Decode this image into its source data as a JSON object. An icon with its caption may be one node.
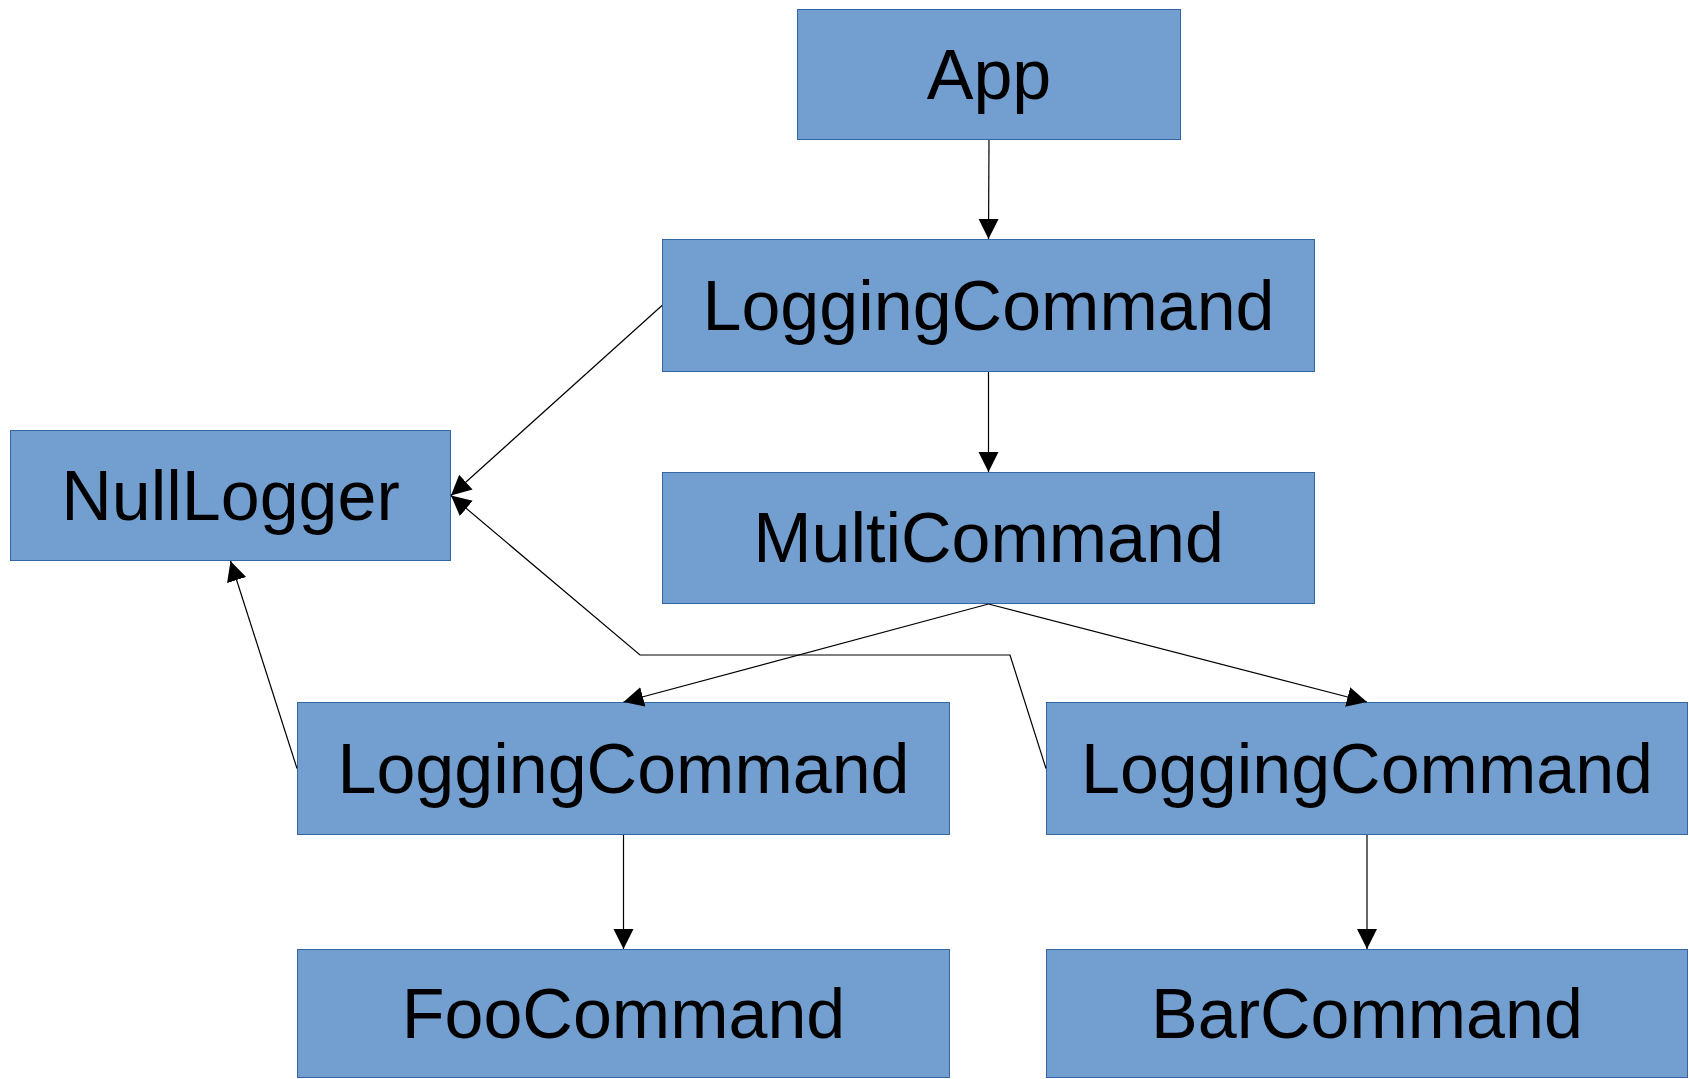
{
  "diagram": {
    "nodes": [
      {
        "text": [
          "App"
        ]
      },
      {
        "text": [
          "LoggingCommand"
        ]
      },
      {
        "text": [
          "NullLogger"
        ]
      },
      {
        "text": [
          "MultiCommand"
        ]
      },
      {
        "text": [
          "LoggingCommand"
        ]
      },
      {
        "text": [
          "LoggingCommand"
        ]
      },
      {
        "text": [
          "FooCommand"
        ]
      },
      {
        "text": [
          "BarCommand"
        ]
      }
    ],
    "edges": [
      {
        "from": 0,
        "to": 1,
        "arrow": "to"
      },
      {
        "from": 1,
        "to": 2,
        "arrow": "to"
      },
      {
        "from": 1,
        "to": 3,
        "arrow": "to"
      },
      {
        "from": 3,
        "to": 4,
        "arrow": "to"
      },
      {
        "from": 3,
        "to": 5,
        "arrow": "to"
      },
      {
        "from": 4,
        "to": 2,
        "arrow": "to"
      },
      {
        "from": 5,
        "to": 2,
        "arrow": "to"
      },
      {
        "from": 4,
        "to": 6,
        "arrow": "to"
      },
      {
        "from": 5,
        "to": 7,
        "arrow": "to"
      }
    ]
  }
}
